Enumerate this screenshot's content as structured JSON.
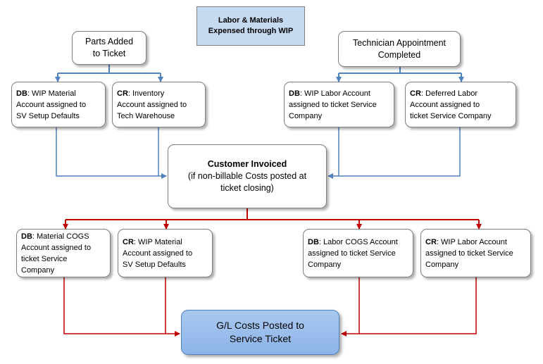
{
  "title": {
    "line1": "Labor & Materials",
    "line2": "Expensed through WIP"
  },
  "parts_added": {
    "line1": "Parts Added",
    "line2": "to Ticket"
  },
  "tech_completed": {
    "line1": "Technician Appointment",
    "line2": "Completed"
  },
  "parts_db": {
    "prefix": "DB",
    "lines": [
      ": WIP Material",
      "Account assigned to",
      "SV Setup Defaults"
    ]
  },
  "parts_cr": {
    "prefix": "CR",
    "lines": [
      ": Inventory",
      "Account assigned to",
      "Tech Warehouse"
    ]
  },
  "labor_db": {
    "prefix": "DB",
    "lines": [
      ": WIP Labor Account",
      "assigned to ticket Service",
      "Company"
    ]
  },
  "labor_cr": {
    "prefix": "CR",
    "lines": [
      ": Deferred Labor",
      "Account assigned to",
      "ticket Service Company"
    ]
  },
  "invoiced": {
    "heading": "Customer Invoiced",
    "lines": [
      "(if non-billable Costs posted at",
      "ticket closing)"
    ]
  },
  "cogs_db": {
    "prefix": "DB",
    "lines": [
      ": Material COGS",
      "Account assigned to",
      "ticket Service",
      "Company"
    ]
  },
  "wip_cr": {
    "prefix": "CR",
    "lines": [
      ": WIP Material",
      "Account assigned to",
      "SV Setup Defaults"
    ]
  },
  "labor_cogs_db": {
    "prefix": "DB",
    "lines": [
      ": Labor COGS Account",
      "assigned to ticket Service",
      "Company"
    ]
  },
  "wip_labor_cr": {
    "prefix": "CR",
    "lines": [
      ": WIP Labor Account",
      "assigned to ticket Service",
      "Company"
    ]
  },
  "final": {
    "line1": "G/L Costs Posted to",
    "line2": "Service Ticket"
  },
  "colors": {
    "blue_connector": "#4f81bd",
    "red_connector": "#c00000",
    "title_fill": "#c5d9f1",
    "final_fill": "#8cb4e8"
  }
}
